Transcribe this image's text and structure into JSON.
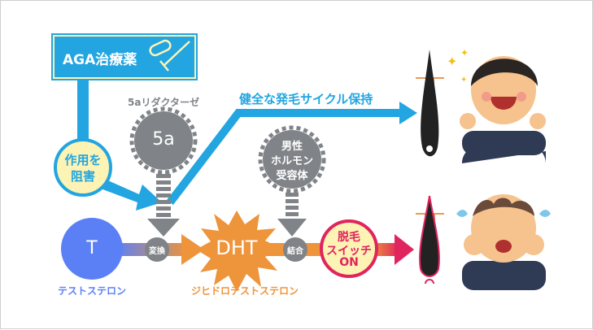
{
  "treatment_box": {
    "label": "AGA治療薬",
    "icon": "pill-syringe-icon"
  },
  "inhibit_label": {
    "line1": "作用を",
    "line2": "阻害"
  },
  "enzyme": {
    "caption": "5aリダクターゼ",
    "label": "5a"
  },
  "healthy_label": "健全な発毛サイクル保持",
  "receptor": {
    "line1": "男性",
    "line2": "ホルモン",
    "line3": "受容体"
  },
  "testosterone": {
    "label": "T",
    "caption": "テストステロン"
  },
  "convert_label": "変換",
  "dht": {
    "label": "DHT",
    "caption": "ジヒドロテストステロン"
  },
  "bind_label": "結合",
  "hair_loss_switch": {
    "line1": "脱毛",
    "line2": "スイッチ",
    "line3": "ON"
  },
  "colors": {
    "blue": "#22a5e0",
    "gray": "#808387",
    "orange": "#ee943b",
    "red": "#e0245e",
    "t_blue": "#5b80f6",
    "pale_yellow": "#fdf3b4"
  }
}
